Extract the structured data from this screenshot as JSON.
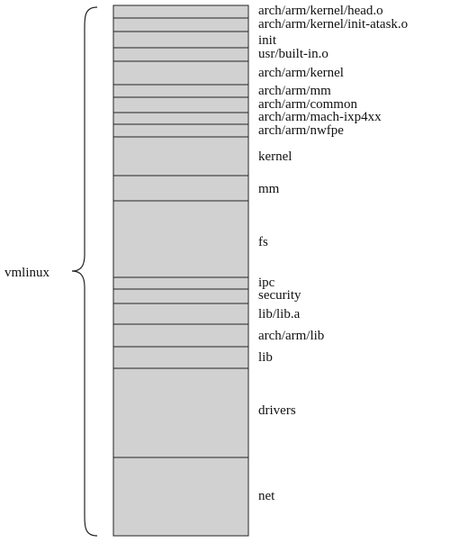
{
  "title": "vmlinux",
  "segments": [
    {
      "label": "arch/arm/kernel/head.o"
    },
    {
      "label": "arch/arm/kernel/init-atask.o"
    },
    {
      "label": "init"
    },
    {
      "label": "usr/built-in.o"
    },
    {
      "label": "arch/arm/kernel"
    },
    {
      "label": "arch/arm/mm"
    },
    {
      "label": "arch/arm/common"
    },
    {
      "label": "arch/arm/mach-ixp4xx"
    },
    {
      "label": "arch/arm/nwfpe"
    },
    {
      "label": "kernel"
    },
    {
      "label": "mm"
    },
    {
      "label": "fs"
    },
    {
      "label": "ipc"
    },
    {
      "label": "security"
    },
    {
      "label": "lib/lib.a"
    },
    {
      "label": "arch/arm/lib"
    },
    {
      "label": "lib"
    },
    {
      "label": "drivers"
    },
    {
      "label": "net"
    }
  ]
}
